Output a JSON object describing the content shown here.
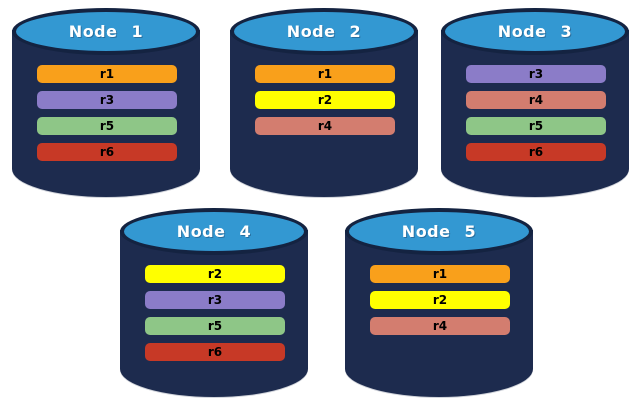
{
  "diagram": {
    "description": "Five database nodes (cylinders) each holding a set of replica partitions",
    "colors": {
      "background": "#ffffff",
      "cylinder_body": "#1d2b4e",
      "cylinder_outline": "#142341",
      "cylinder_top": "#3398d2",
      "title_text": "#ffffff",
      "bar_text": "#000000"
    },
    "replica_colors": {
      "r1": "#f9a01b",
      "r2": "#ffff00",
      "r3": "#8b7cc8",
      "r4": "#d37d6f",
      "r5": "#8ec687",
      "r6": "#c73926"
    },
    "nodes": [
      {
        "id": "node-1",
        "label": "Node 1",
        "replicas": [
          "r1",
          "r3",
          "r5",
          "r6"
        ]
      },
      {
        "id": "node-2",
        "label": "Node 2",
        "replicas": [
          "r1",
          "r2",
          "r4"
        ]
      },
      {
        "id": "node-3",
        "label": "Node 3",
        "replicas": [
          "r3",
          "r4",
          "r5",
          "r6"
        ]
      },
      {
        "id": "node-4",
        "label": "Node 4",
        "replicas": [
          "r2",
          "r3",
          "r5",
          "r6"
        ]
      },
      {
        "id": "node-5",
        "label": "Node 5",
        "replicas": [
          "r1",
          "r2",
          "r4"
        ]
      }
    ]
  }
}
